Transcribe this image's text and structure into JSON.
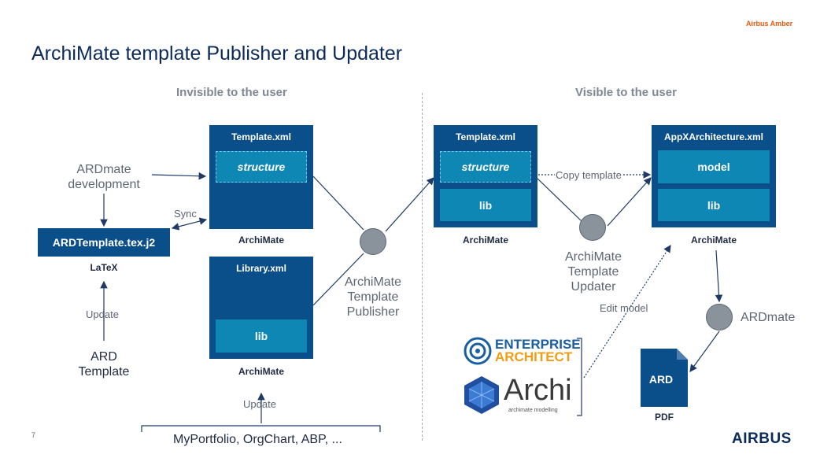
{
  "classification": "Airbus Amber",
  "title": "ArchiMate template Publisher and Updater",
  "left_heading": "Invisible to the user",
  "right_heading": "Visible to the user",
  "ardmate_dev": "ARDmate development",
  "sync_label": "Sync",
  "ardtemplate_file": "ARDTemplate.tex.j2",
  "latex_label": "LaTeX",
  "update_label": "Update",
  "ard_template": "ARD Template",
  "template_left": {
    "title": "Template.xml",
    "section": "structure",
    "caption": "ArchiMate"
  },
  "library": {
    "title": "Library.xml",
    "section": "lib",
    "caption": "ArchiMate"
  },
  "update_bottom": "Update",
  "sources": "MyPortfolio, OrgChart, ABP, ...",
  "publisher": "ArchiMate Template Publisher",
  "template_right": {
    "title": "Template.xml",
    "section1": "structure",
    "section2": "lib",
    "caption": "ArchiMate"
  },
  "copy_template": "Copy template",
  "updater": "ArchiMate Template Updater",
  "appx": {
    "title": "AppXArchitecture.xml",
    "section1": "model",
    "section2": "lib",
    "caption": "ArchiMate"
  },
  "edit_model": "Edit model",
  "ardmate": "ARDmate",
  "pdf_doc": "ARD",
  "pdf_label": "PDF",
  "ea_logo": {
    "line1": "ENTERPRISE",
    "line2": "ARCHITECT"
  },
  "archi_logo": {
    "name": "Archi",
    "tagline": "archimate modelling"
  },
  "page_number": "7",
  "brand": "AIRBUS"
}
